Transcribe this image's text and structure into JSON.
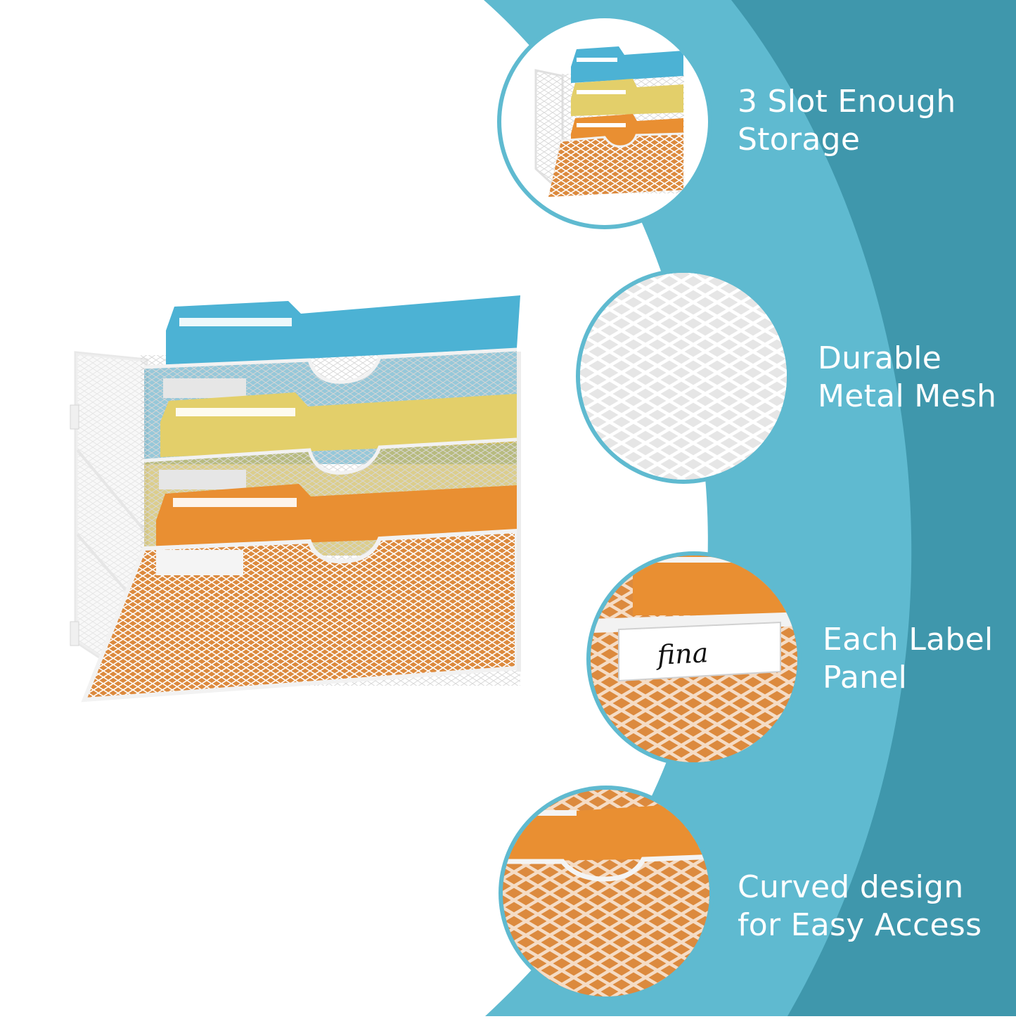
{
  "colors": {
    "background": "#ffffff",
    "teal_light": "#5fbad0",
    "teal_dark": "#3f97ac",
    "mesh_white": "#f4f4f4",
    "folder_blue": "#4cb2d4",
    "folder_yellow": "#e3cf6a",
    "folder_orange": "#e98f32",
    "feature_text": "#ffffff"
  },
  "features": [
    {
      "name": "storage",
      "icon": "file-organizer-icon",
      "line1": "3 Slot Enough",
      "line2": "Storage"
    },
    {
      "name": "mesh",
      "icon": "metal-mesh-icon",
      "line1": "Durable",
      "line2": "Metal Mesh"
    },
    {
      "name": "label",
      "icon": "label-panel-icon",
      "line1": "Each Label",
      "line2": "Panel"
    },
    {
      "name": "curved",
      "icon": "curved-edge-icon",
      "line1": "Curved design",
      "line2": "for Easy Access"
    }
  ],
  "label_sample": "fina"
}
